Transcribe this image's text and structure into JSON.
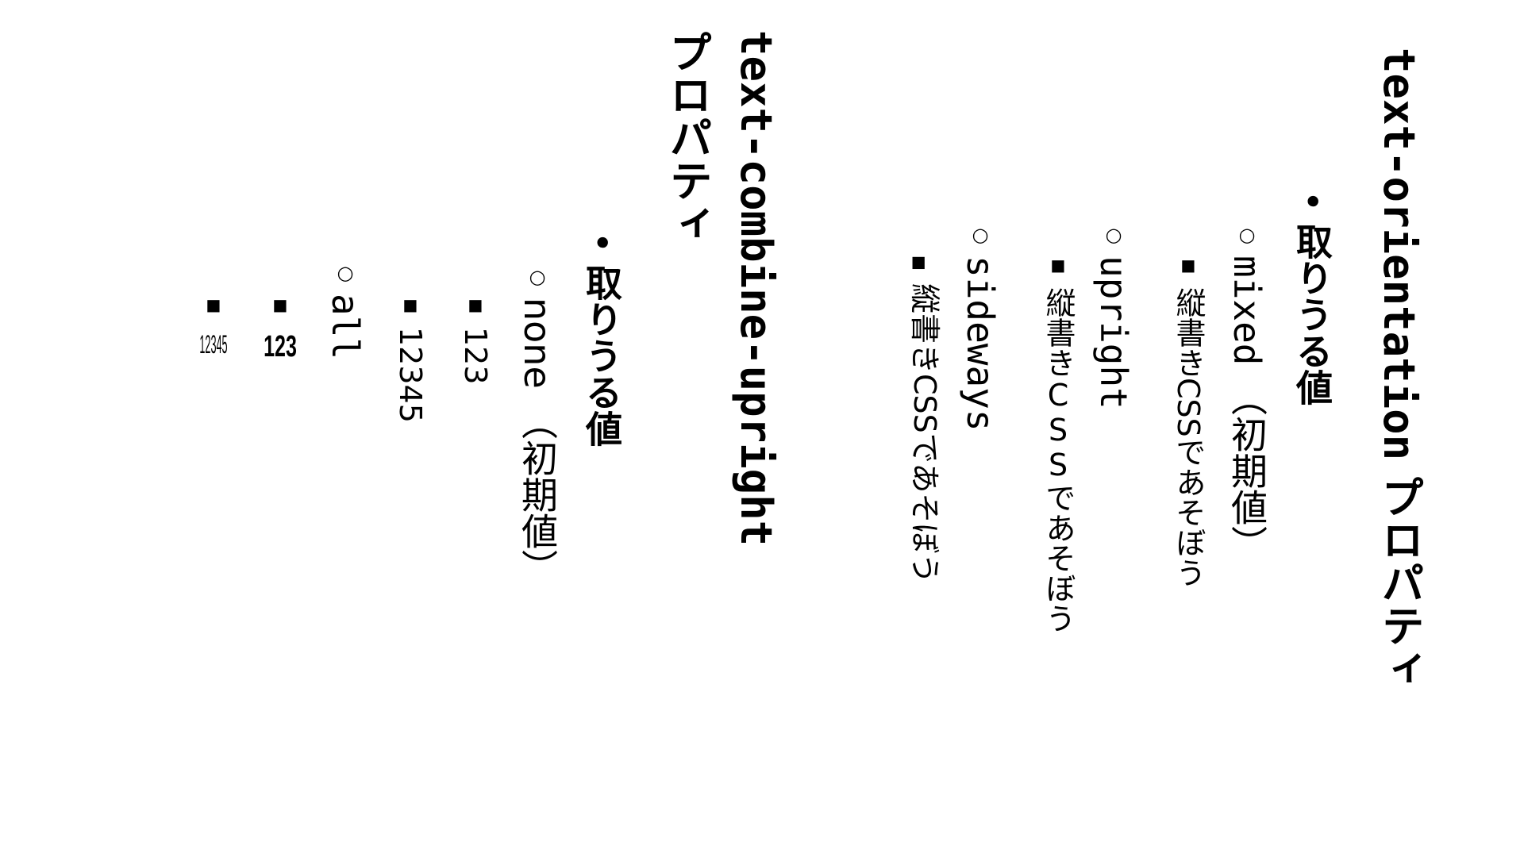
{
  "section1": {
    "title_code": "text-orientation",
    "title_suffix": " プロパティ",
    "bullet": "•",
    "values_label": "取りうる値",
    "circle": "○",
    "square": "■",
    "options": [
      {
        "value": "mixed",
        "note": "（初期値）",
        "sample": "縦書きCSSであそぼう"
      },
      {
        "value": "upright",
        "note": "",
        "sample": "縦書きCSSであそぼう"
      },
      {
        "value": "sideways",
        "note": "",
        "sample": "縦書きCSSであそぼう"
      }
    ]
  },
  "section2": {
    "title_code": "text-combine-upright",
    "title_suffix": "プロパティ",
    "bullet": "•",
    "values_label": "取りうる値",
    "circle": "○",
    "square": "■",
    "none": {
      "value": "none",
      "note": "（初期値）",
      "samples": [
        "123",
        "12345"
      ]
    },
    "all": {
      "value": "all",
      "samples": [
        "123",
        "12345"
      ]
    }
  }
}
